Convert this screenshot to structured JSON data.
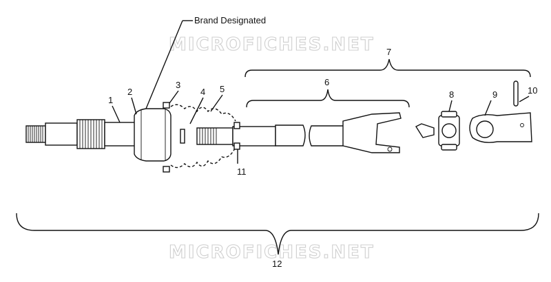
{
  "watermark": "MICROFICHES.NET",
  "note": "Brand Designated",
  "callouts": [
    "1",
    "2",
    "3",
    "4",
    "5",
    "6",
    "7",
    "8",
    "9",
    "10",
    "11",
    "12"
  ]
}
